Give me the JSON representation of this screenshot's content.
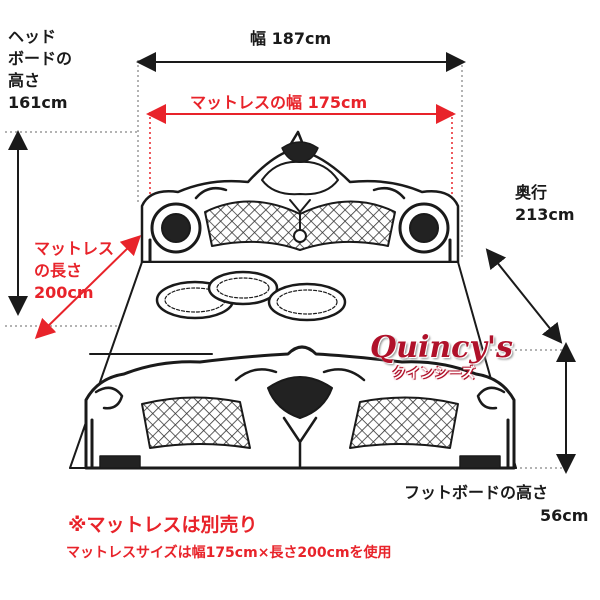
{
  "labels": {
    "headboard_height": "ヘッド\nボードの\n高さ\n161cm",
    "width": "幅 187cm",
    "mattress_width": "マットレスの幅 175cm",
    "depth": "奥行\n213cm",
    "mattress_length": "マットレス\nの長さ\n200cm",
    "footboard_height": "フットボードの高さ",
    "footboard_height_value": "56cm"
  },
  "brand": {
    "name": "Quincy's",
    "kana": "クインシーズ"
  },
  "notes": {
    "sold_separately": "※マットレスは別売り",
    "size_note": "マットレスサイズは幅175cm×長さ200cmを使用"
  },
  "colors": {
    "accent_red": "#e8232a",
    "line_dark": "#1a1a1a",
    "guide_gray": "#9a9a9a",
    "brand_crimson": "#b0112a"
  }
}
